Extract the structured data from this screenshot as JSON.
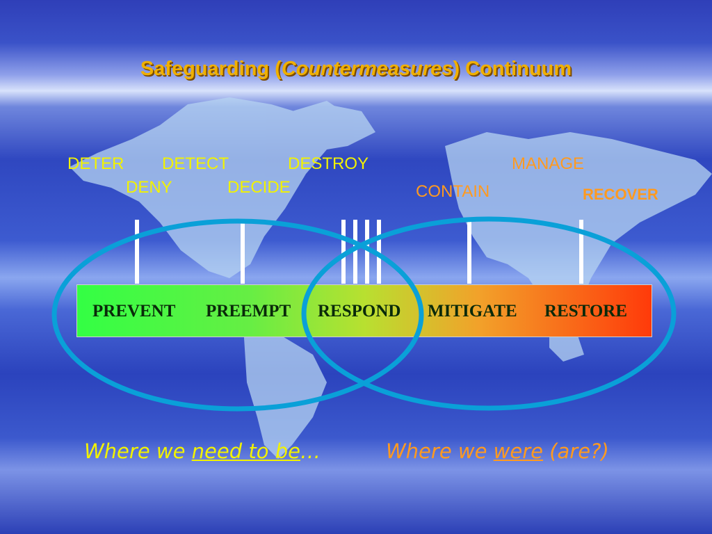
{
  "title": {
    "prefix": "Safeguarding (",
    "emphasis": "Countermeasures",
    "suffix": ") Continuum"
  },
  "top_labels": {
    "deter": "DETER",
    "detect": "DETECT",
    "destroy": "DESTROY",
    "deny": "DENY",
    "decide": "DECIDE",
    "contain": "CONTAIN",
    "manage": "MANAGE",
    "recover": "RECOVER"
  },
  "stages": [
    "PREVENT",
    "PREEMPT",
    "RESPOND",
    "MITIGATE",
    "RESTORE"
  ],
  "captions": {
    "left": {
      "prefix": "Where we ",
      "underlined": "need to be",
      "suffix": "…"
    },
    "right": {
      "prefix": "Where we ",
      "underlined": "were",
      "suffix": " (are?)"
    }
  },
  "colors": {
    "title": "#f0b000",
    "yellow_text": "#f2f200",
    "orange_text": "#ff9a20",
    "ellipse": "#0aa0d8",
    "stage_text": "#0a2a0a"
  }
}
